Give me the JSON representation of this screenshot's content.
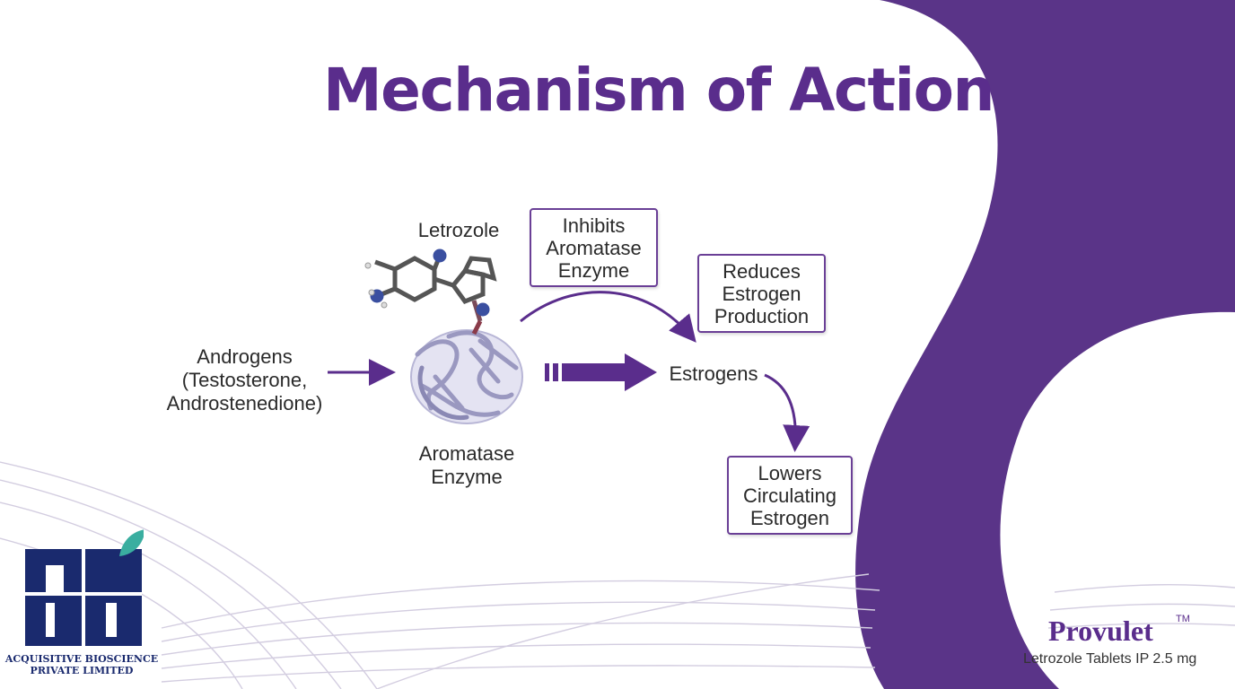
{
  "title": "Mechanism of Action",
  "labels": {
    "letrozole": "Letrozole",
    "androgens_line1": "Androgens",
    "androgens_line2": "(Testosterone,",
    "androgens_line3": "Androstenedione)",
    "aromatase_line1": "Aromatase",
    "aromatase_line2": "Enzyme",
    "estrogens": "Estrogens"
  },
  "boxes": {
    "inhibits": [
      "Inhibits",
      "Aromatase",
      "Enzyme"
    ],
    "reduces": [
      "Reduces",
      "Estrogen",
      "Production"
    ],
    "lowers": [
      "Lowers",
      "Circulating",
      "Estrogen"
    ]
  },
  "company": {
    "line1": "ACQUISITIVE BIOSCIENCE",
    "line2": "PRIVATE LIMITED"
  },
  "product": {
    "brand": "Provulet",
    "tm": "TM",
    "description": "Letrozole Tablets IP 2.5 mg"
  },
  "colors": {
    "accent": "#5a2d8c",
    "logo_navy": "#1a2a6e",
    "leaf_teal": "#3aaea0"
  }
}
